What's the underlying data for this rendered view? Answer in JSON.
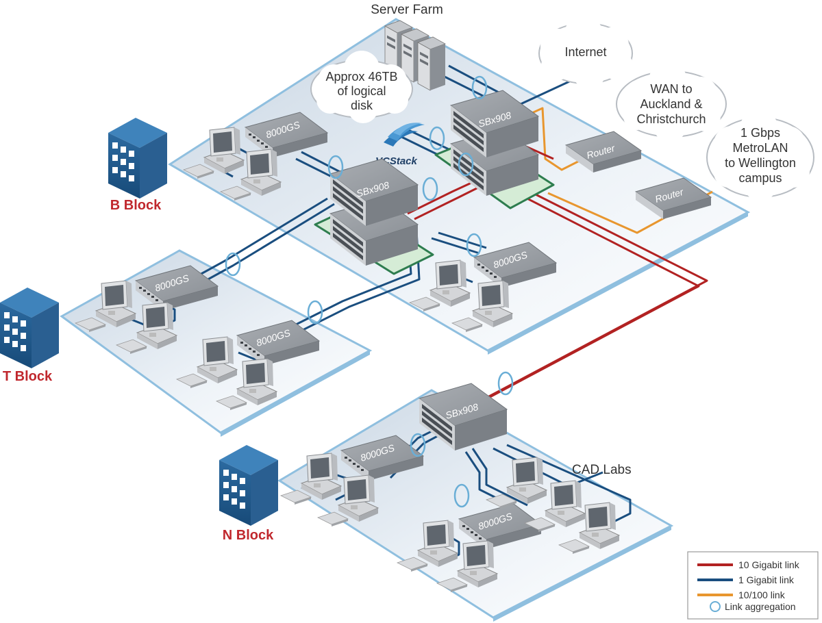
{
  "labels": {
    "server_farm": "Server Farm",
    "cad_labs": "CAD Labs",
    "vcstack": "VCStack"
  },
  "clouds": {
    "internet": [
      "Internet"
    ],
    "wan": [
      "WAN to",
      "Auckland &",
      "Christchurch"
    ],
    "metrolan": [
      "1 Gbps",
      "MetroLAN",
      "to Wellington",
      "campus"
    ],
    "disk": [
      "Approx 46TB",
      "of logical",
      "disk"
    ]
  },
  "buildings": {
    "b_block": "B Block",
    "t_block": "T Block",
    "n_block": "N Block"
  },
  "devices": {
    "core_switch": "SBx908",
    "edge_switch": "8000GS",
    "router": "Router"
  },
  "legend": {
    "items": [
      {
        "label": "10 Gigabit link",
        "color": "#b22222",
        "kind": "line"
      },
      {
        "label": "1 Gigabit link",
        "color": "#1a4e7f",
        "kind": "line"
      },
      {
        "label": "10/100 link",
        "color": "#e8962e",
        "kind": "line"
      },
      {
        "label": "Link aggregation",
        "color": "#6aaed6",
        "kind": "ring"
      }
    ]
  },
  "colors": {
    "ten_gig": "#b22222",
    "one_gig": "#1a4e7f",
    "fast_eth": "#e8962e",
    "aggregation": "#6aaed6",
    "platform_edge": "#8fbfdf",
    "stack_highlight": "#2e7d4f"
  }
}
